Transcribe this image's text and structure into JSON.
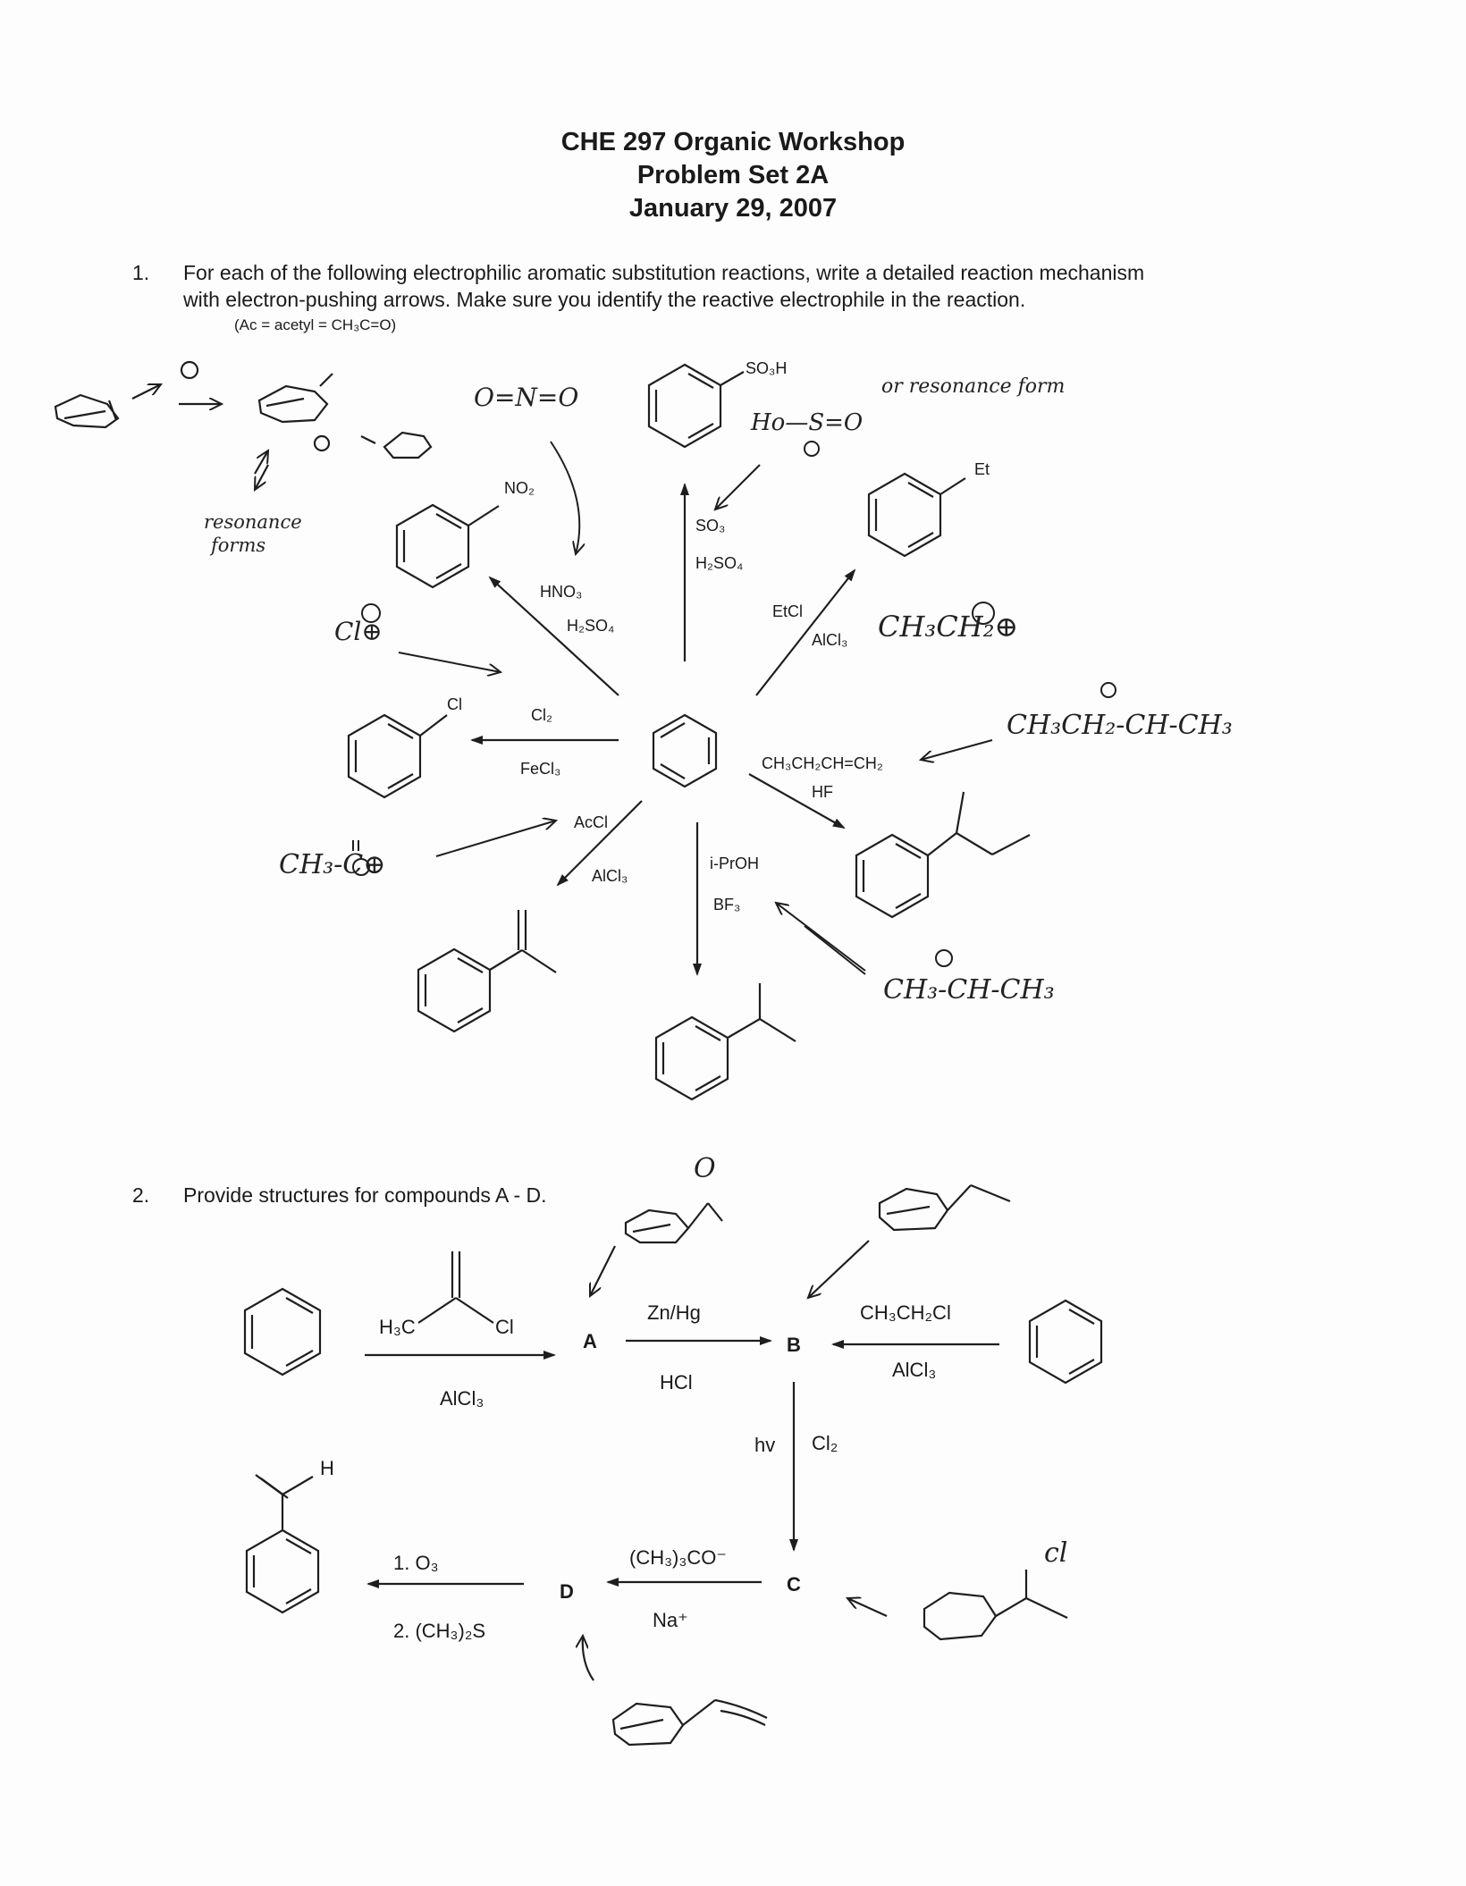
{
  "header": {
    "line1": "CHE 297 Organic Workshop",
    "line2": "Problem Set 2A",
    "line3": "January 29, 2007"
  },
  "problem1": {
    "number": "1.",
    "text_line1": "For each of the following electrophilic aromatic substitution reactions, write a detailed reaction mechanism",
    "text_line2": "with electron-pushing arrows.  Make sure you identify the reactive electrophile in the reaction.",
    "note": "(Ac = acetyl = CH₃C=O)",
    "reagents": {
      "nitration_1": "HNO₃",
      "nitration_2": "H₂SO₄",
      "sulfonation_1": "SO₃",
      "sulfonation_2": "H₂SO₄",
      "ethylation_1": "EtCl",
      "ethylation_2": "AlCl₃",
      "chlorination_1": "Cl₂",
      "chlorination_2": "FeCl₃",
      "butene_1": "CH₃CH₂CH=CH₂",
      "butene_2": "HF",
      "acylation_1": "AcCl",
      "acylation_2": "AlCl₃",
      "isopropyl_1": "i-PrOH",
      "isopropyl_2": "BF₃"
    },
    "product_labels": {
      "nitro": "NO₂",
      "sulfonic": "SO₃H",
      "ethyl": "Et",
      "chloro": "Cl"
    },
    "handwritten": {
      "resonance_1": "resonance",
      "resonance_2": "forms",
      "nitronium": "O=N=O",
      "sulfonium": "Ho—S=O",
      "or_resonance": "or resonance form",
      "ethyl_cation": "CH₃CH₂⊕",
      "chloronium": "Cl⊕",
      "sec_butyl": "CH₃CH₂-CH-CH₃",
      "acylium": "CH₃-C⊕",
      "isopropyl_cation": "CH₃-CH-CH₃"
    }
  },
  "problem2": {
    "number": "2.",
    "text": "Provide structures for compounds A - D.",
    "reagents": {
      "acyl_chloride_left": "H₃C",
      "acyl_chloride_right": "Cl",
      "alcl3_a": "AlCl₃",
      "znhg": "Zn/Hg",
      "hcl": "HCl",
      "ethyl_chloride": "CH₃CH₂Cl",
      "alcl3_b": "AlCl₃",
      "hv": "hv",
      "cl2": "Cl₂",
      "base": "(CH₃)₃CO⁻",
      "na": "Na⁺",
      "ozone": "1. O₃",
      "dms": "2. (CH₃)₂S",
      "aldehyde_h": "H"
    },
    "compounds": {
      "A": "A",
      "B": "B",
      "C": "C",
      "D": "D"
    },
    "handwritten": {
      "chloro_label": "cl",
      "ketone_o": "O"
    }
  }
}
